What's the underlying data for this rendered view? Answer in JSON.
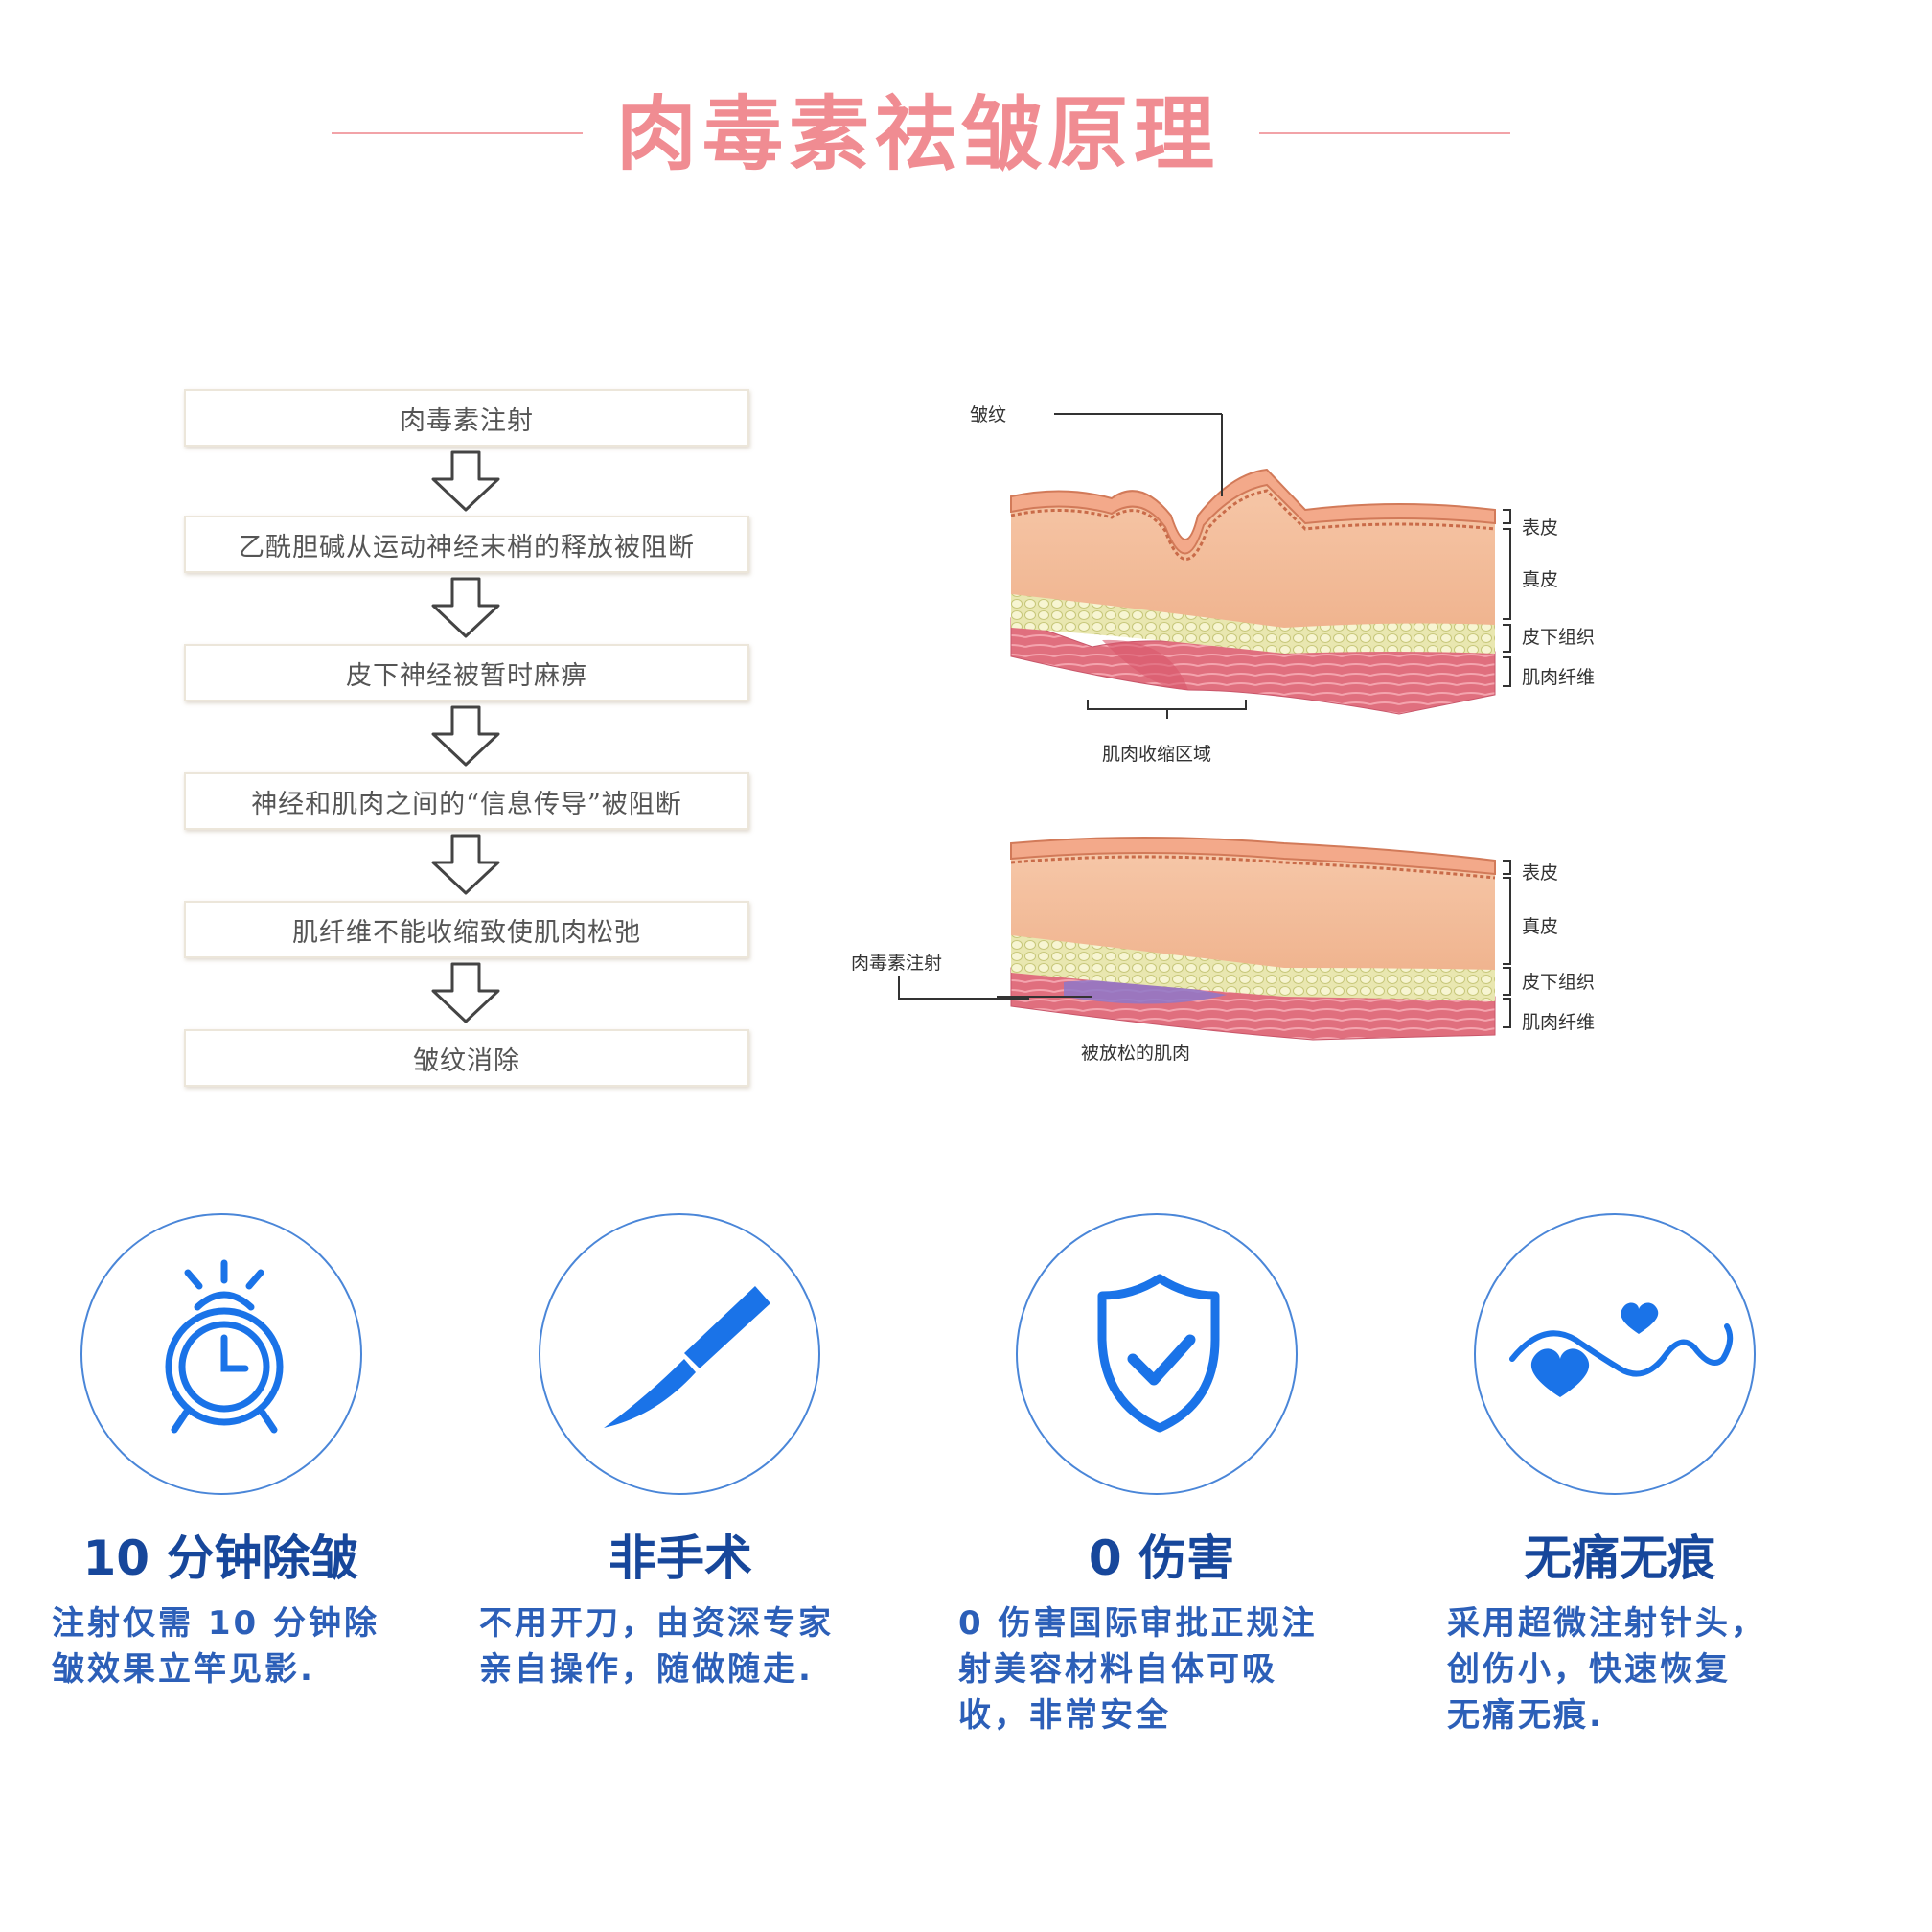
{
  "page_title": "肉毒素祛皱原理",
  "flow": {
    "steps": [
      "肉毒素注射",
      "乙酰胆碱从运动神经末梢的释放被阻断",
      "皮下神经被暂时麻痹",
      "神经和肌肉之间的“信息传导”被阻断",
      "肌纤维不能收缩致使肌肉松弛",
      "皱纹消除"
    ]
  },
  "diagram_top": {
    "wrinkle_label": "皱纹",
    "layers": [
      "表皮",
      "真皮",
      "皮下组织",
      "肌肉纤维"
    ],
    "bottom_label": "肌肉收缩区域"
  },
  "diagram_bottom": {
    "injection_label": "肉毒素注射",
    "layers": [
      "表皮",
      "真皮",
      "皮下组织",
      "肌肉纤维"
    ],
    "bottom_label": "被放松的肌肉"
  },
  "features": [
    {
      "icon": "alarm-clock-icon",
      "title": "10 分钟除皱",
      "desc_lines": [
        "注射仅需 10 分钟除",
        "皱效果立竿见影."
      ]
    },
    {
      "icon": "scalpel-icon",
      "title": "非手术",
      "desc_lines": [
        "不用开刀，由资深专家",
        "亲自操作，随做随走."
      ]
    },
    {
      "icon": "shield-check-icon",
      "title": "0 伤害",
      "desc_lines": [
        "0 伤害国际审批正规注",
        "射美容材料自体可吸",
        "收，非常安全"
      ]
    },
    {
      "icon": "heart-wave-icon",
      "title": "无痛无痕",
      "desc_lines": [
        "采用超微注射针头，",
        "创伤小，快速恢复",
        "无痛无痕."
      ]
    }
  ],
  "colors": {
    "title_pink": "#f08c92",
    "feature_blue": "#17479b",
    "icon_blue": "#1a73e8",
    "circle_border": "#4a86d8"
  }
}
